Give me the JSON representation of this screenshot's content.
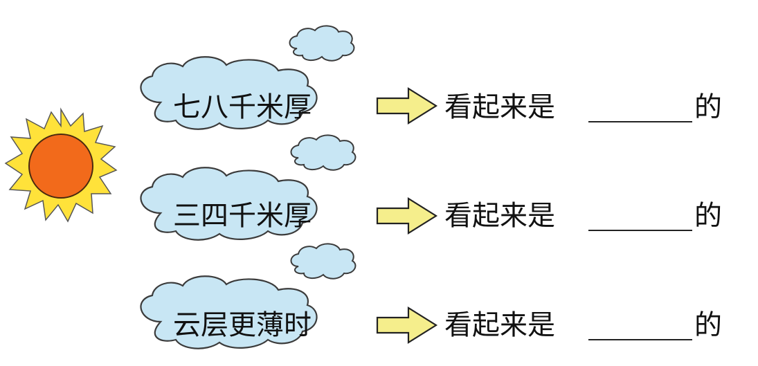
{
  "rows": [
    {
      "cloud_label": "七八千米厚",
      "phrase": "看起来是",
      "suffix": "的"
    },
    {
      "cloud_label": "三四千米厚",
      "phrase": "看起来是",
      "suffix": "的"
    },
    {
      "cloud_label": "云层更薄时",
      "phrase": "看起来是",
      "suffix": "的"
    }
  ],
  "colors": {
    "cloud_fill": "#c8e6f4",
    "cloud_stroke": "#3b3b3b",
    "arrow_fill": "#f5ee8c",
    "sun_outer": "#ffe23a",
    "sun_inner": "#f26a1b"
  },
  "icons": [
    "sun-icon",
    "cloud-icon",
    "arrow-right-icon"
  ]
}
